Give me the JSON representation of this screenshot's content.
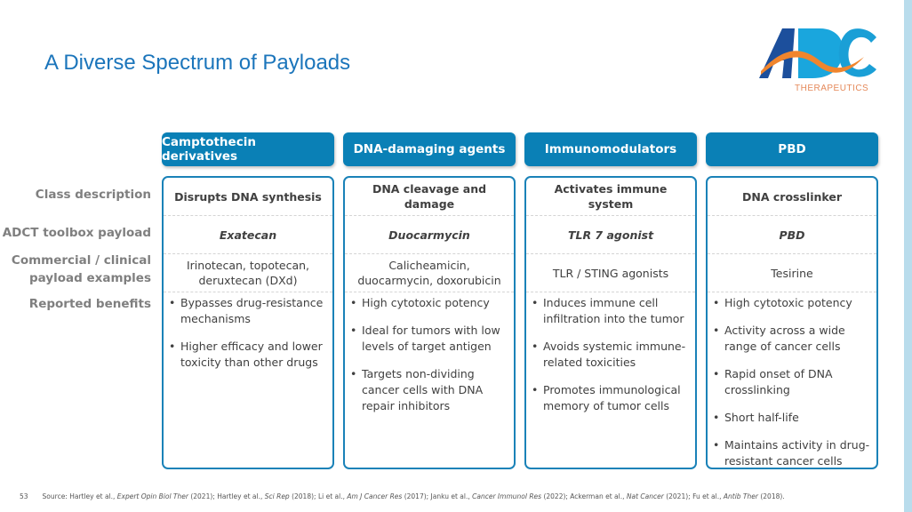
{
  "title": "A Diverse Spectrum of Payloads",
  "logo": {
    "text": "ADC",
    "sub": "THERAPEUTICS"
  },
  "row_labels": [
    "Class description",
    "ADCT toolbox payload",
    "Commercial / clinical payload examples",
    "Reported benefits"
  ],
  "columns": [
    {
      "header": "Camptothecin derivatives",
      "description": "Disrupts DNA synthesis",
      "payload": "Exatecan",
      "examples": "Irinotecan, topotecan, deruxtecan (DXd)",
      "benefits": [
        "Bypasses drug-resistance mechanisms",
        "Higher efficacy and lower toxicity than other drugs"
      ]
    },
    {
      "header": "DNA-damaging agents",
      "description": "DNA cleavage and damage",
      "payload": "Duocarmycin",
      "examples": "Calicheamicin, duocarmycin, doxorubicin",
      "benefits": [
        "High cytotoxic potency",
        "Ideal for tumors with low levels of target antigen",
        "Targets non-dividing cancer cells with DNA repair inhibitors"
      ]
    },
    {
      "header": "Immunomodulators",
      "description": "Activates immune system",
      "payload": "TLR 7 agonist",
      "examples": "TLR / STING agonists",
      "benefits": [
        "Induces immune cell infiltration into the tumor",
        "Avoids systemic immune-related toxicities",
        "Promotes immunological memory of tumor cells"
      ]
    },
    {
      "header": "PBD",
      "description": "DNA crosslinker",
      "payload": "PBD",
      "examples": "Tesirine",
      "benefits": [
        "High cytotoxic potency",
        "Activity across a wide range of cancer cells",
        "Rapid onset of DNA crosslinking",
        "Short half-life",
        "Maintains activity in drug-resistant cancer cells"
      ]
    }
  ],
  "footer": {
    "page": "53",
    "prefix": "Source: ",
    "refs": [
      {
        "a": "Hartley et al., ",
        "j": "Expert Opin Biol Ther",
        "y": " (2021); "
      },
      {
        "a": "Hartley et al., ",
        "j": "Sci Rep",
        "y": " (2018); "
      },
      {
        "a": "Li et al., ",
        "j": "Am J Cancer Res",
        "y": " (2017); "
      },
      {
        "a": "Janku et al., ",
        "j": "Cancer Immunol Res",
        "y": " (2022); "
      },
      {
        "a": "Ackerman et al., ",
        "j": "Nat Cancer",
        "y": " (2021); "
      },
      {
        "a": "Fu et al., ",
        "j": "Antib Ther",
        "y": " (2018)."
      }
    ]
  }
}
